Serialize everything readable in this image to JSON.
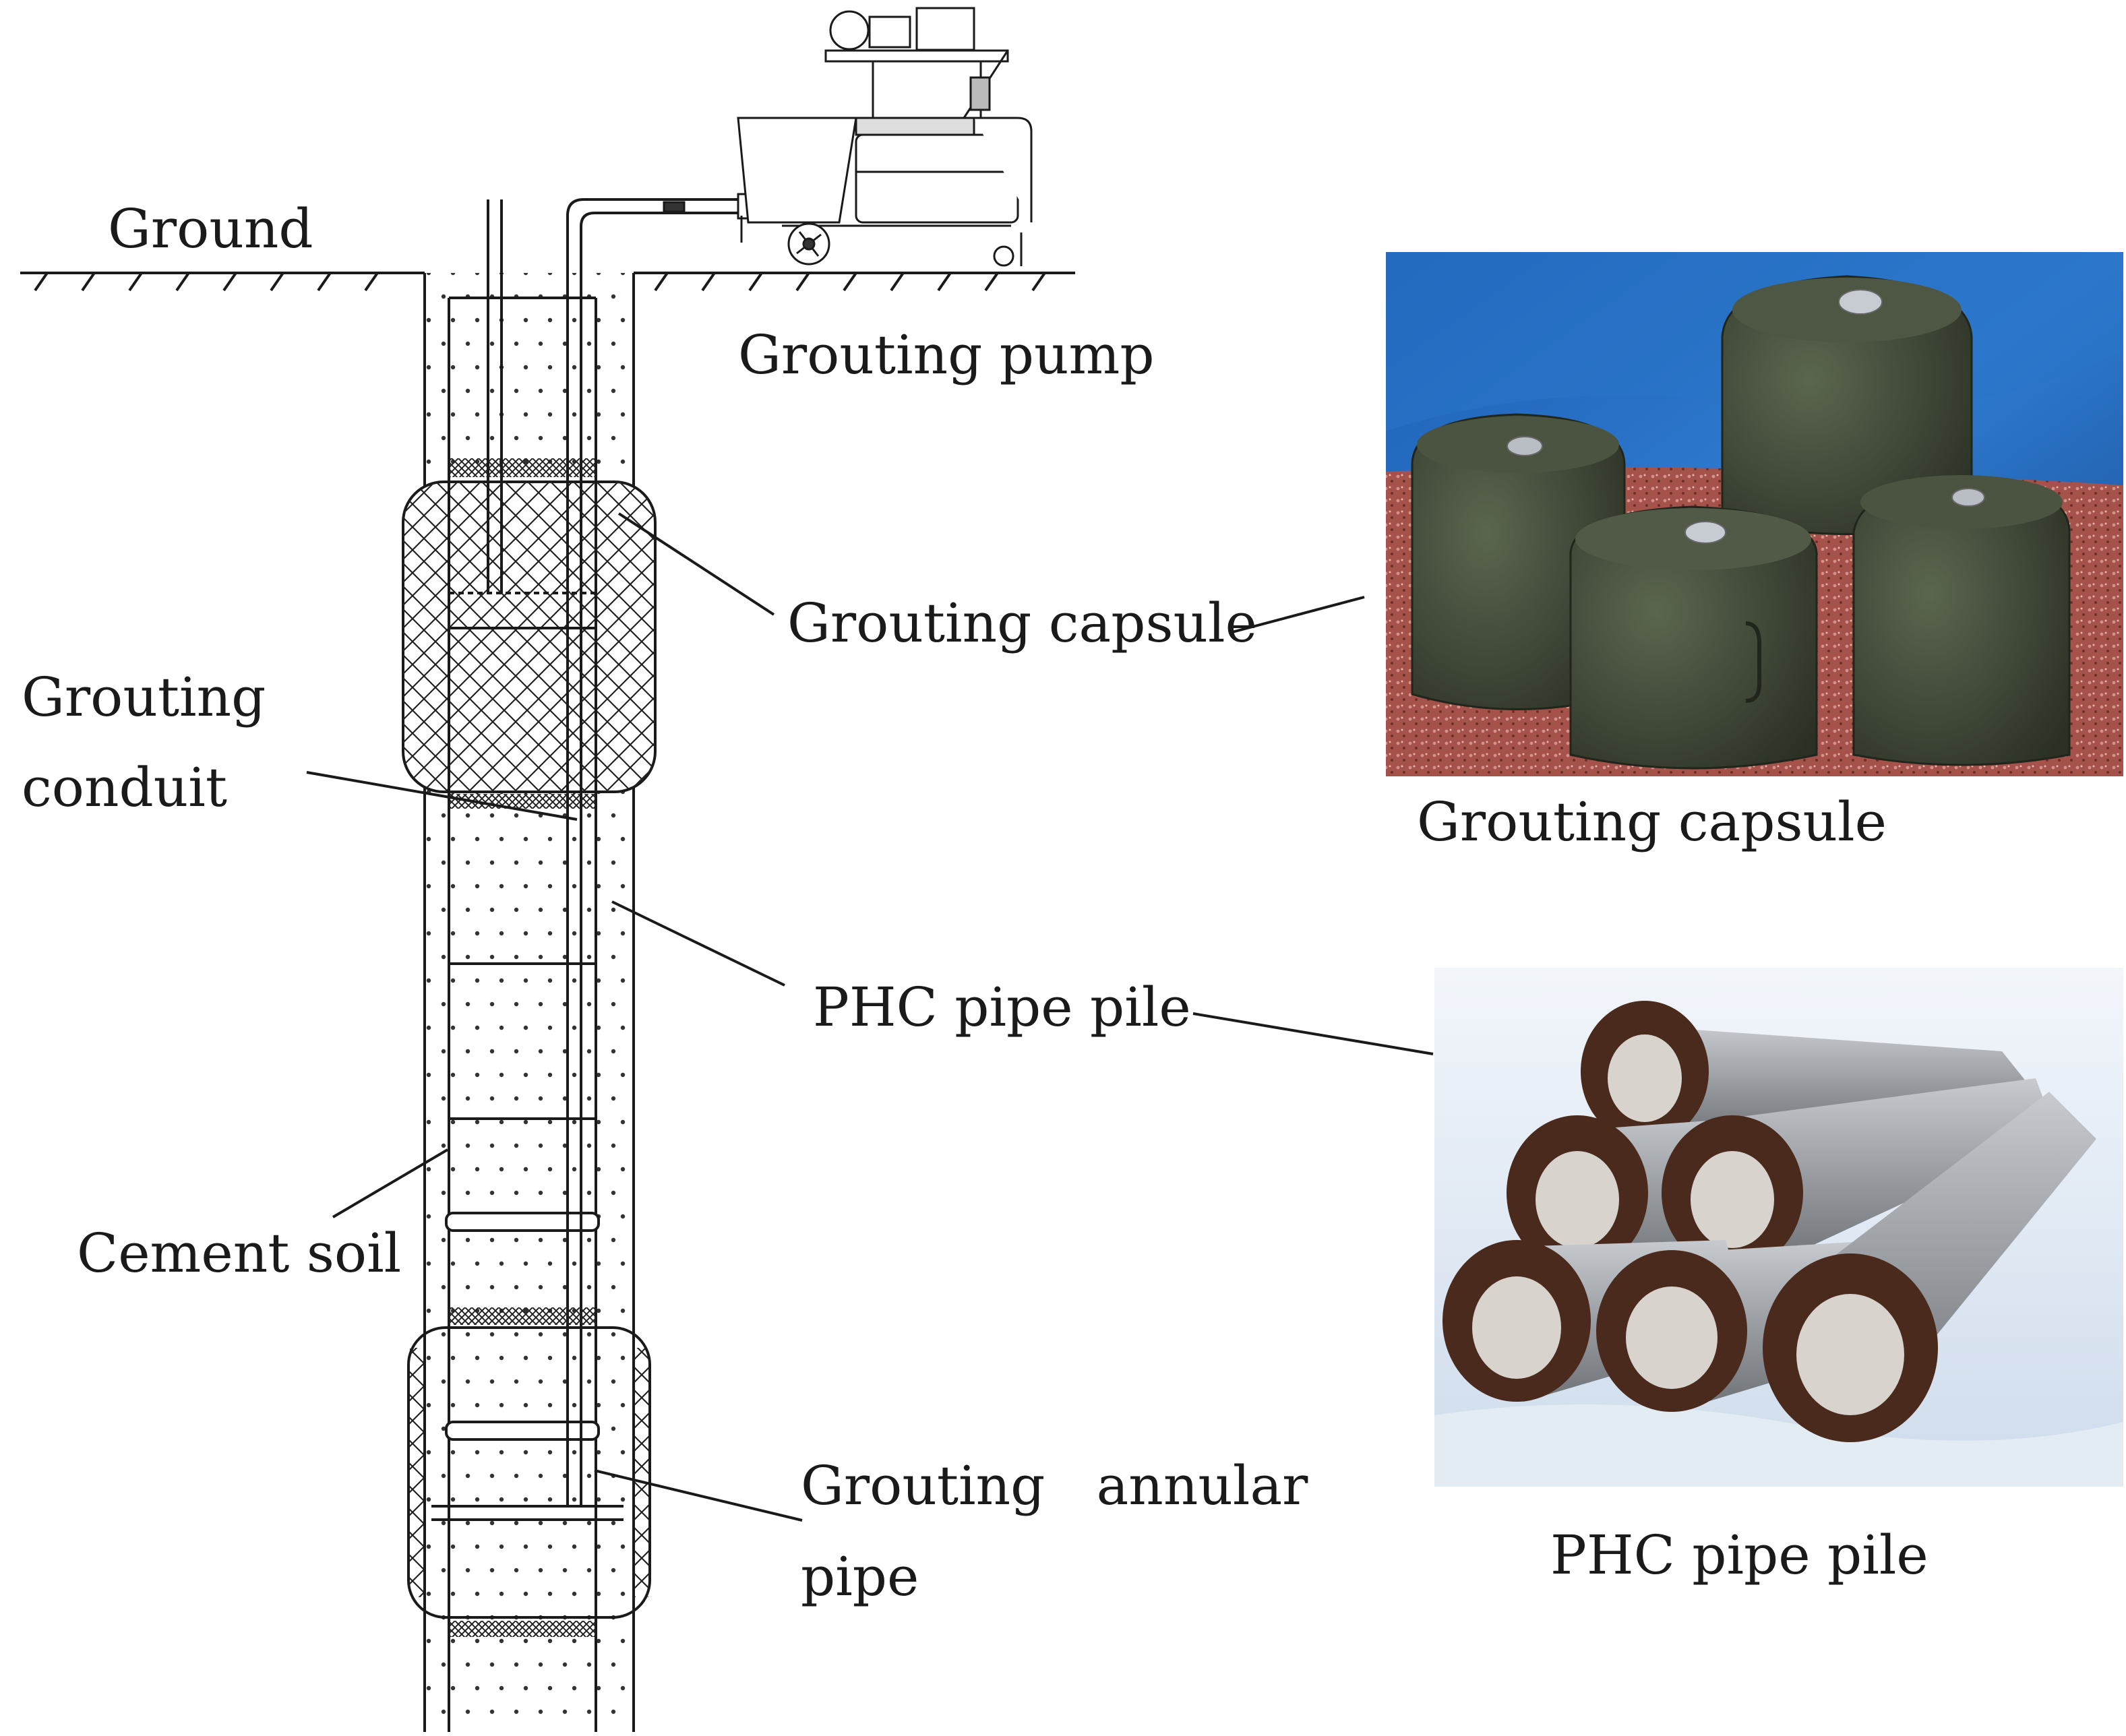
{
  "labels": {
    "ground": "Ground",
    "grouting_pump": "Grouting pump",
    "grouting_capsule": "Grouting capsule",
    "grouting_conduit_1": "Grouting",
    "grouting_conduit_2": "conduit",
    "phc_pipe_pile": "PHC pipe pile",
    "cement_soil": "Cement soil",
    "grouting_annular_pipe_1": "Grouting   annular",
    "grouting_annular_pipe_2": "pipe"
  },
  "photos": {
    "capsule_caption": "Grouting capsule",
    "pile_caption": "PHC pipe pile"
  },
  "colors": {
    "line": "#1a1a1a",
    "capsule_fabric": "#3b4434",
    "tarp_blue": "#1f63b8",
    "floor_red": "#a5524a",
    "pile_concrete": "#9a9ea3",
    "pile_flange": "#4a2a1c"
  }
}
